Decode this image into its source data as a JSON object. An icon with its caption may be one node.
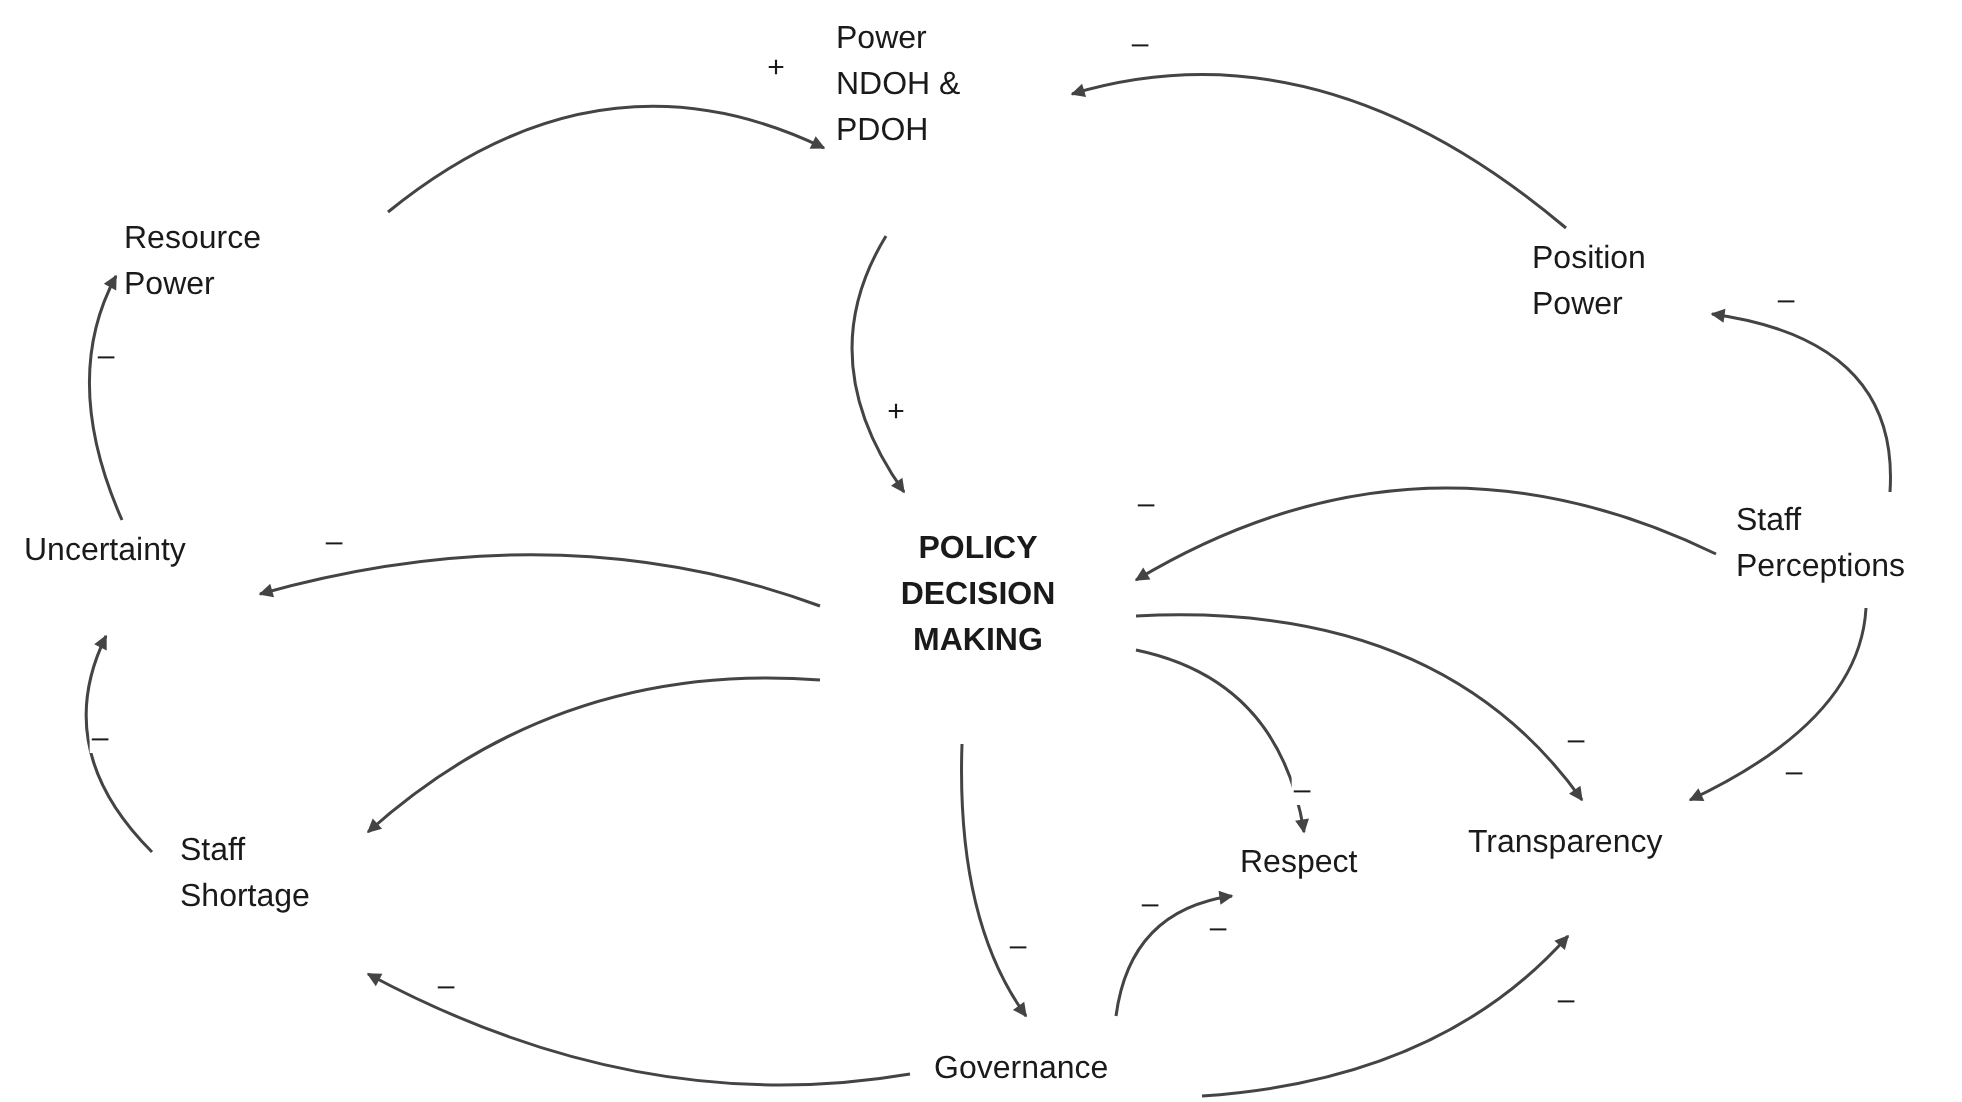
{
  "diagram": {
    "nodes": [
      {
        "text": [
          "Power NDOH & PDOH"
        ]
      },
      {
        "text": [
          "Resource Power"
        ]
      },
      {
        "text": [
          "Position Power"
        ]
      },
      {
        "text": [
          "Uncertainty"
        ]
      },
      {
        "text": [
          "POLICY DECISION MAKING"
        ]
      },
      {
        "text": [
          "Staff Perceptions"
        ]
      },
      {
        "text": [
          "Staff Shortage"
        ]
      },
      {
        "text": [
          "Respect"
        ]
      },
      {
        "text": [
          "Transparency"
        ]
      },
      {
        "text": [
          "Governance"
        ]
      }
    ],
    "edges": [
      {
        "from": 1,
        "to": 0,
        "arrow": "to",
        "label": "+"
      },
      {
        "from": 2,
        "to": 0,
        "arrow": "to",
        "label": "–"
      },
      {
        "from": 0,
        "to": 4,
        "arrow": "to",
        "label": "+"
      },
      {
        "from": 3,
        "to": 1,
        "arrow": "to",
        "label": "–"
      },
      {
        "from": 4,
        "to": 3,
        "arrow": "to",
        "label": "–"
      },
      {
        "from": 5,
        "to": 2,
        "arrow": "to",
        "label": "–"
      },
      {
        "from": 5,
        "to": 4,
        "arrow": "to",
        "label": "–"
      },
      {
        "from": 4,
        "to": 6,
        "arrow": "to"
      },
      {
        "from": 6,
        "to": 3,
        "arrow": "to",
        "label": "–"
      },
      {
        "from": 4,
        "to": 7,
        "arrow": "to",
        "label": "–"
      },
      {
        "from": 4,
        "to": 8,
        "arrow": "to",
        "label": "–"
      },
      {
        "from": 5,
        "to": 8,
        "arrow": "to",
        "label": "–"
      },
      {
        "from": 4,
        "to": 9,
        "arrow": "to",
        "label": "–"
      },
      {
        "from": 9,
        "to": 7,
        "arrow": "to",
        "label": "–"
      },
      {
        "from": 9,
        "to": 6,
        "arrow": "to",
        "label": "–"
      },
      {
        "from": 9,
        "to": 8,
        "arrow": "to",
        "label": "–"
      }
    ],
    "labels": [
      "–"
    ]
  }
}
